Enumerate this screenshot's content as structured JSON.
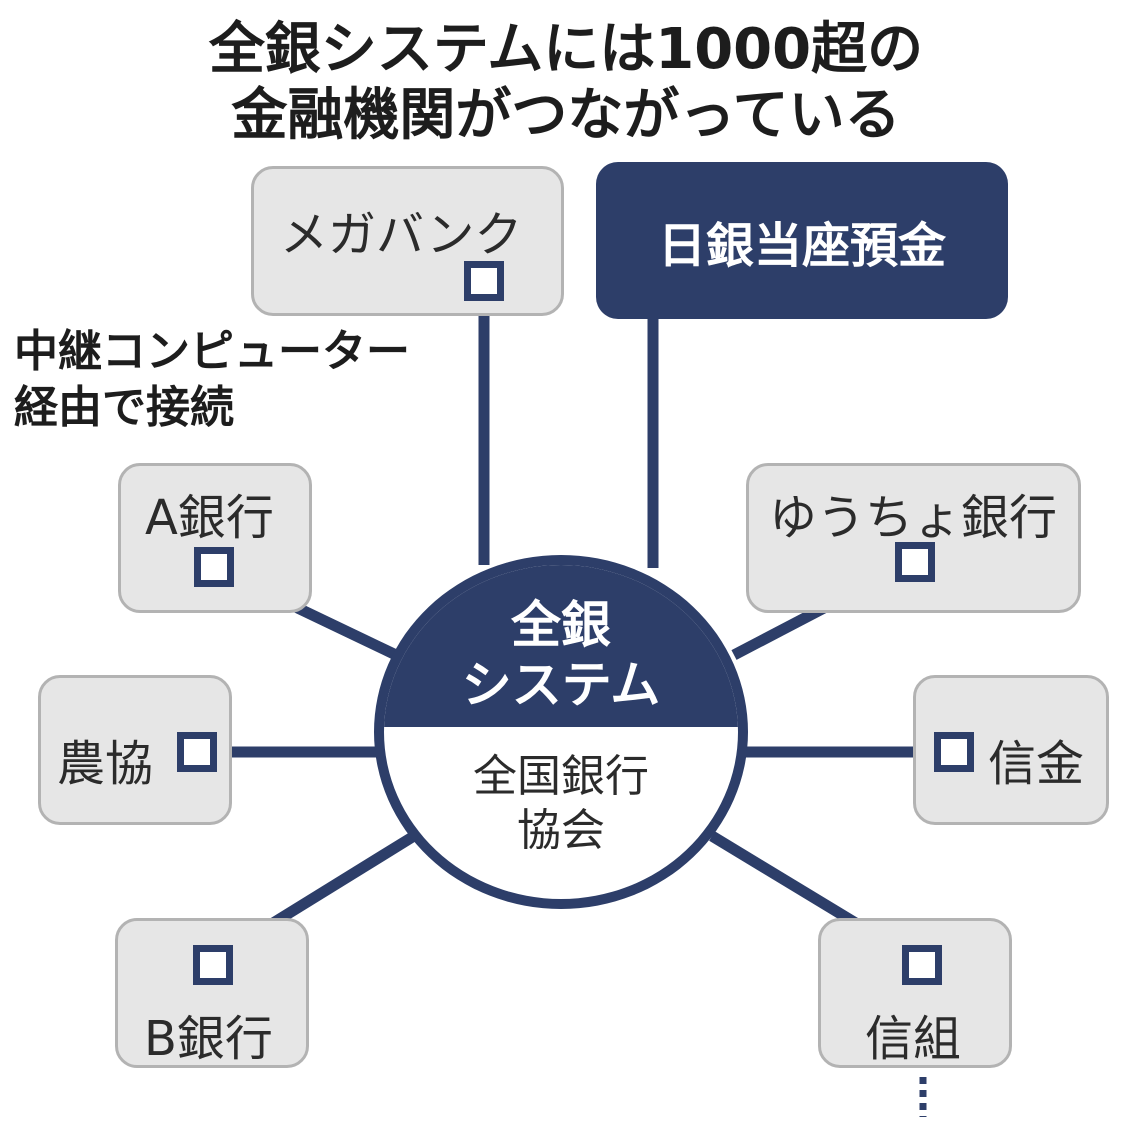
{
  "title": {
    "line1": "全銀システムには1000超の",
    "line2": "金融機関がつながっている"
  },
  "hub": {
    "name_line1": "全銀",
    "name_line2": "システム",
    "operator_line1": "全国銀行",
    "operator_line2": "協会"
  },
  "boj": {
    "label": "日銀当座預金"
  },
  "note": {
    "line1": "中継コンピューター",
    "line2": "経由で接続"
  },
  "institutions": {
    "megabank": "メガバンク",
    "bank_a": "A銀行",
    "noukyou": "農協",
    "bank_b": "B銀行",
    "yucho": "ゆうちょ銀行",
    "shinkin": "信金",
    "shinkumi": "信組"
  },
  "colors": {
    "navy": "#2d3e69",
    "box_fill": "#e6e6e6",
    "box_border": "#b3b3b3"
  }
}
